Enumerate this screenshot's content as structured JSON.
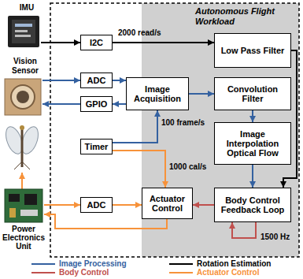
{
  "diagram": {
    "nodes": [
      {
        "text": [
          "Autonomous Flight Workload"
        ]
      },
      {
        "text": [
          "I2C"
        ]
      },
      {
        "text": [
          "Low Pass Filter"
        ],
        "in": 0
      },
      {
        "text": [
          "ADC"
        ]
      },
      {
        "text": [
          "Image Acquisition"
        ]
      },
      {
        "text": [
          "Convolution Filter"
        ],
        "in": 0
      },
      {
        "text": [
          "GPIO"
        ]
      },
      {
        "text": [
          "Image Interpolation Optical Flow"
        ],
        "in": 0
      },
      {
        "text": [
          "Timer"
        ]
      },
      {
        "text": [
          "Actuator Control"
        ]
      },
      {
        "text": [
          "ADC"
        ]
      },
      {
        "text": [
          "Body Control Feedback Loop"
        ],
        "in": 0
      }
    ],
    "edges": [
      {
        "from": 1,
        "to": 2,
        "arrow": "to",
        "label": "2000 read/s"
      },
      {
        "from": 2,
        "to": 11,
        "arrow": "to"
      },
      {
        "from": 3,
        "to": 4,
        "arrow": "to"
      },
      {
        "from": 4,
        "to": 6,
        "arrow": "to"
      },
      {
        "from": 4,
        "to": 5,
        "arrow": "to"
      },
      {
        "from": 5,
        "to": 7,
        "arrow": "to"
      },
      {
        "from": 7,
        "to": 11,
        "arrow": "to"
      },
      {
        "from": 8,
        "to": 4,
        "arrow": "to",
        "label": "100 frame/s"
      },
      {
        "from": 8,
        "to": 9,
        "arrow": "to",
        "label": "1000 cal/s"
      },
      {
        "from": 10,
        "to": 9,
        "arrow": "to"
      },
      {
        "from": 11,
        "to": 9,
        "arrow": "to"
      },
      {
        "from": 11,
        "to": 11,
        "arrow": "to",
        "label": "1500 Hz"
      }
    ],
    "labels": [
      "IMU",
      "Vision Sensor",
      "Power Electronics Unit"
    ],
    "legend": [
      {
        "text": "Image Processing"
      },
      {
        "text": "Rotation Estimation"
      },
      {
        "text": "Body Control"
      },
      {
        "text": "Actuator Control"
      }
    ]
  }
}
